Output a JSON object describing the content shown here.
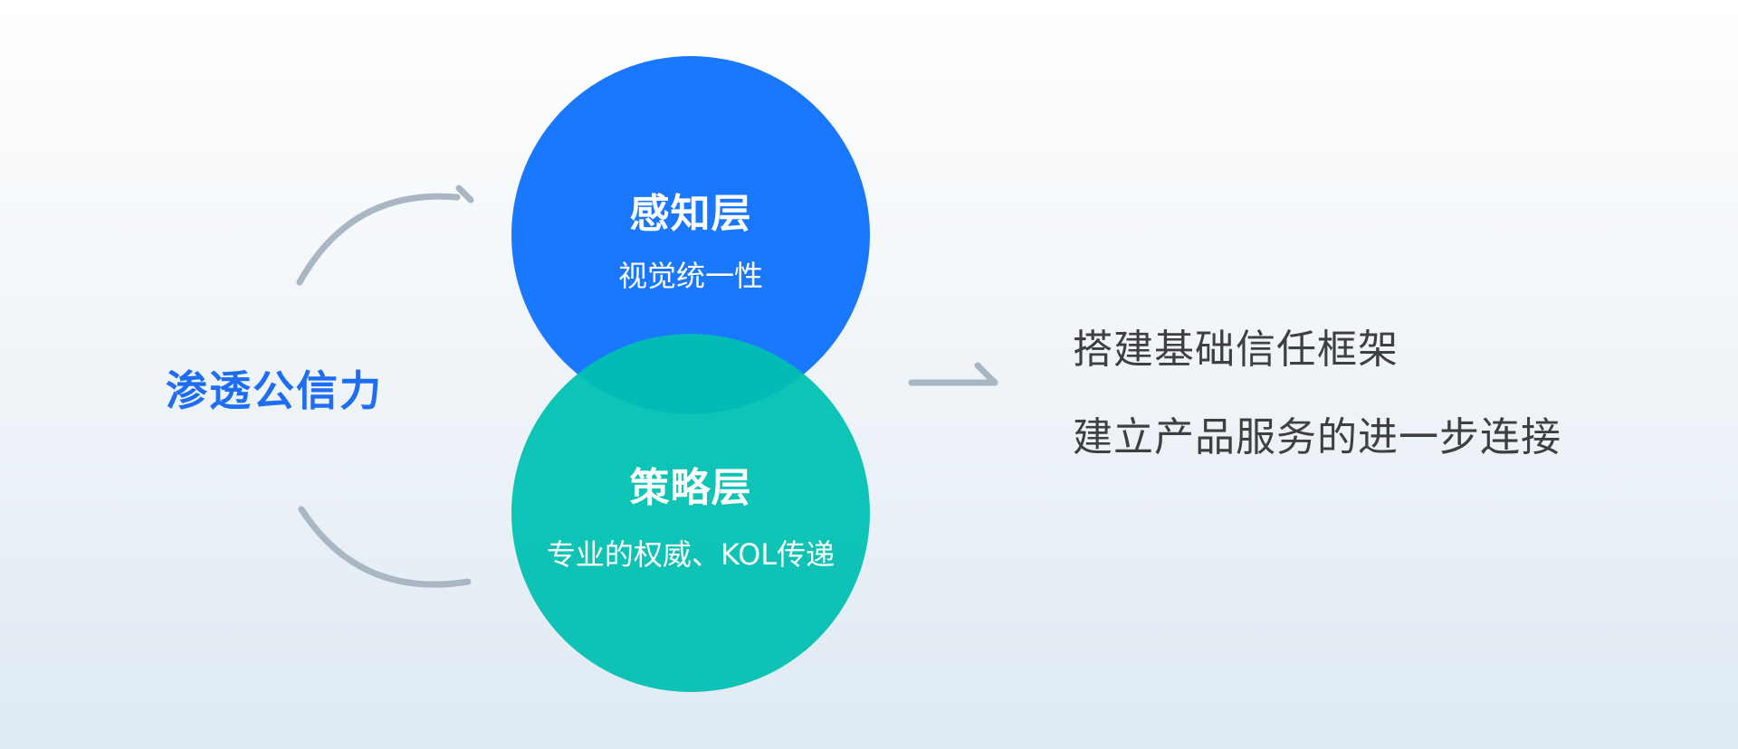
{
  "diagram": {
    "left_label": "渗透公信力",
    "layers": [
      {
        "title": "感知层",
        "subtitle": "视觉统一性",
        "color": "#1a78fe"
      },
      {
        "title": "策略层",
        "subtitle": "专业的权威、KOL传递",
        "color": "#00c0b1"
      }
    ],
    "outcomes": [
      "搭建基础信任框架",
      "建立产品服务的进一步连接"
    ],
    "colors": {
      "left_label": "#1f6df2",
      "arrows": "#a9b6c4",
      "outcome_text": "#3f3f3f"
    },
    "icons": {
      "cycle_arrow_top": "curved-arrow-icon",
      "cycle_arrow_bottom": "curved-arrow-icon",
      "result_arrow": "arrow-right-icon"
    }
  }
}
